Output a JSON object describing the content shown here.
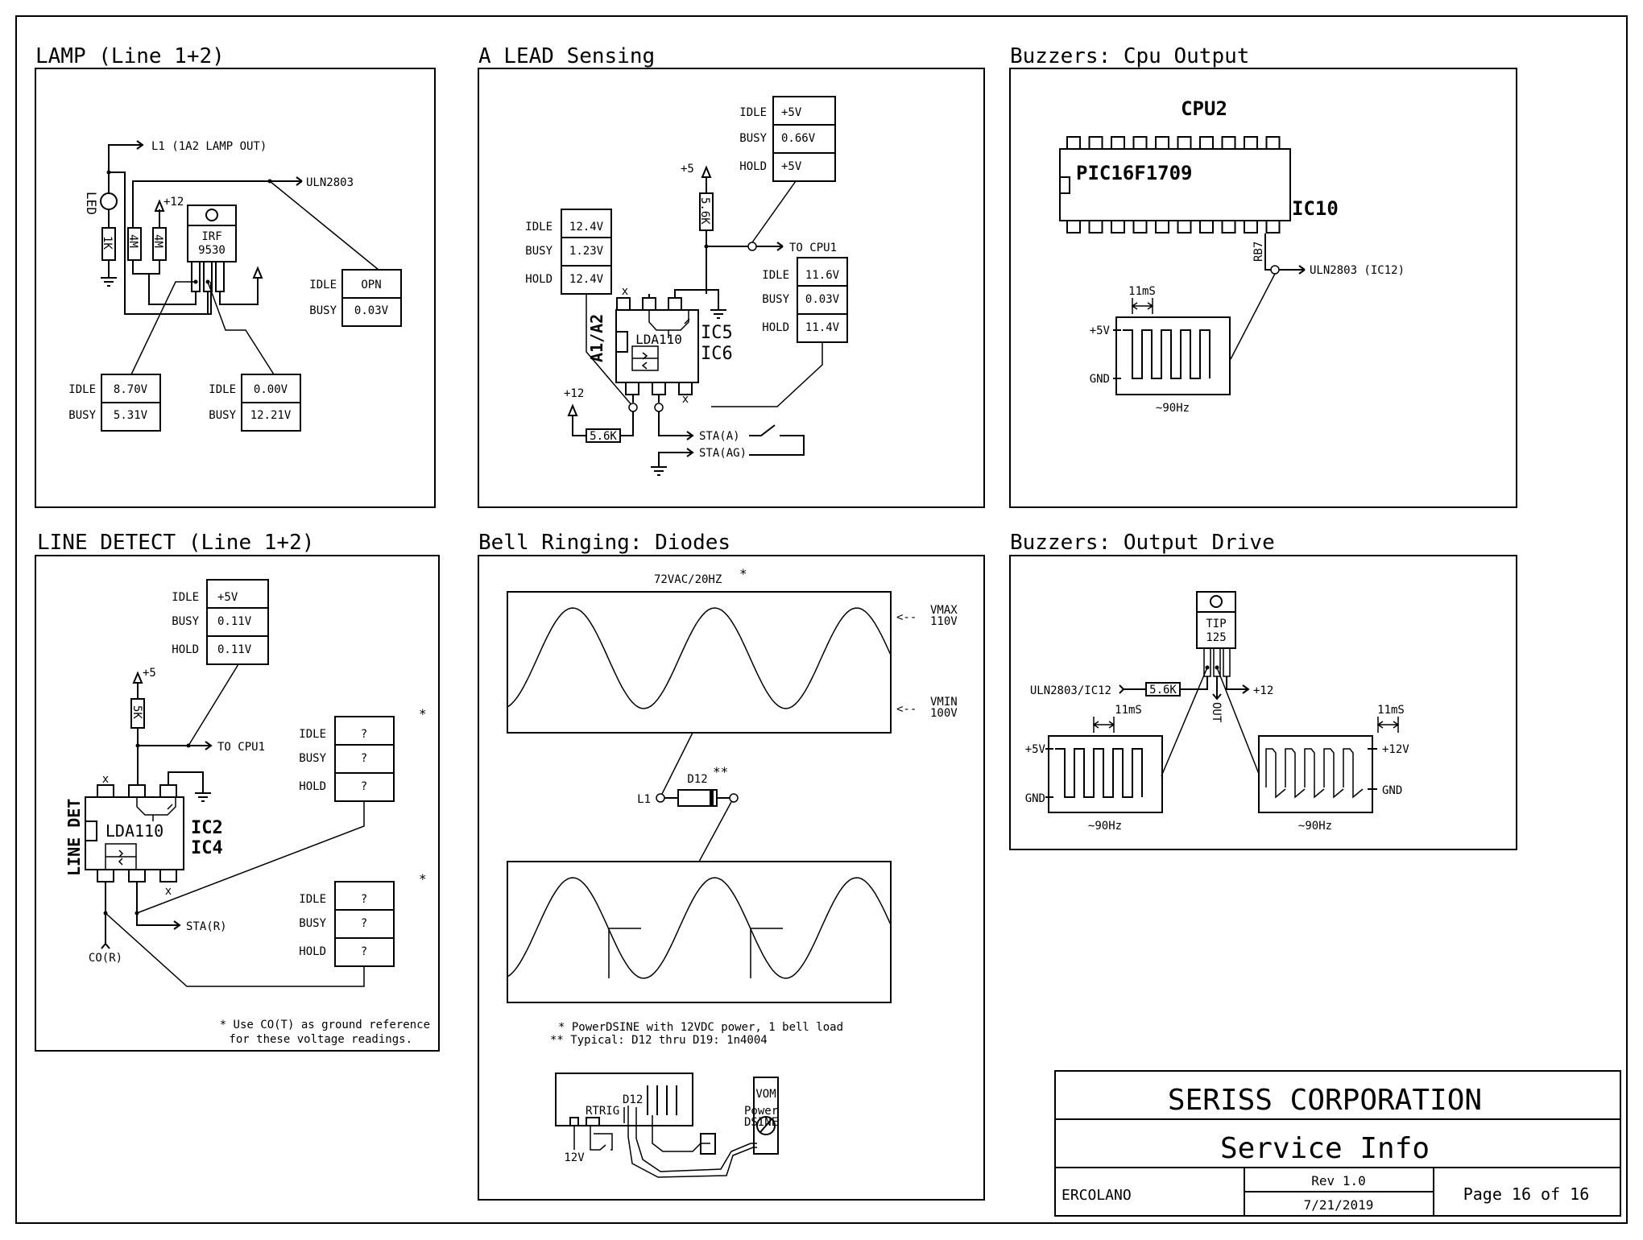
{
  "panels": {
    "lamp": {
      "title": "LAMP (Line 1+2)",
      "labels": {
        "out": "L1 (1A2 LAMP OUT)",
        "uln": "ULN2803",
        "led": "LED",
        "r1k": "1K",
        "r4m_a": "4M",
        "r4m_b": "4M",
        "plus12": "+12",
        "fet_l1": "IRF",
        "fet_l2": "9530"
      },
      "readings": [
        {
          "rows": [
            {
              "label": "IDLE",
              "value": "OPN"
            },
            {
              "label": "BUSY",
              "value": "0.03V"
            }
          ]
        },
        {
          "rows": [
            {
              "label": "IDLE",
              "value": "8.70V"
            },
            {
              "label": "BUSY",
              "value": "5.31V"
            }
          ]
        },
        {
          "rows": [
            {
              "label": "IDLE",
              "value": "0.00V"
            },
            {
              "label": "BUSY",
              "value": "12.21V"
            }
          ]
        }
      ]
    },
    "alead": {
      "title": "A LEAD Sensing",
      "labels": {
        "plus5": "+5",
        "r56k_top": "5.6K",
        "to_cpu": "TO CPU1",
        "chip": "LDA110",
        "ic_a": "IC5",
        "ic_b": "IC6",
        "side": "A1/A2",
        "x": "x",
        "plus12": "+12",
        "r56k_bot": "5.6K",
        "sta": "STA(A)",
        "stag": "STA(AG)"
      },
      "readings": [
        {
          "rows": [
            {
              "label": "IDLE",
              "value": "+5V"
            },
            {
              "label": "BUSY",
              "value": "0.66V"
            },
            {
              "label": "HOLD",
              "value": "+5V"
            }
          ]
        },
        {
          "rows": [
            {
              "label": "IDLE",
              "value": "12.4V"
            },
            {
              "label": "BUSY",
              "value": "1.23V"
            },
            {
              "label": "HOLD",
              "value": "12.4V"
            }
          ]
        },
        {
          "rows": [
            {
              "label": "IDLE",
              "value": "11.6V"
            },
            {
              "label": "BUSY",
              "value": "0.03V"
            },
            {
              "label": "HOLD",
              "value": "11.4V"
            }
          ]
        }
      ]
    },
    "cpu": {
      "title": "Buzzers: Cpu Output",
      "labels": {
        "cpu": "CPU2",
        "chip": "PIC16F1709",
        "ic": "IC10",
        "pin": "RB7",
        "uln": "ULN2803 (IC12)",
        "period": "11mS",
        "hi": "+5V",
        "lo": "GND",
        "freq": "~90Hz"
      }
    },
    "line": {
      "title": "LINE DETECT (Line 1+2)",
      "labels": {
        "plus5": "+5",
        "r5k": "5K",
        "to_cpu": "TO CPU1",
        "chip": "LDA110",
        "ic_a": "IC2",
        "ic_b": "IC4",
        "side": "LINE DET",
        "x": "x",
        "sta": "STA(R)",
        "co": "CO(R)",
        "star": "*",
        "note1": "* Use CO(T) as ground reference",
        "note2": "for these voltage readings."
      },
      "readings": [
        {
          "rows": [
            {
              "label": "IDLE",
              "value": "+5V"
            },
            {
              "label": "BUSY",
              "value": "0.11V"
            },
            {
              "label": "HOLD",
              "value": "0.11V"
            }
          ]
        },
        {
          "rows": [
            {
              "label": "IDLE",
              "value": "?"
            },
            {
              "label": "BUSY",
              "value": "?"
            },
            {
              "label": "HOLD",
              "value": "?"
            }
          ]
        },
        {
          "rows": [
            {
              "label": "IDLE",
              "value": "?"
            },
            {
              "label": "BUSY",
              "value": "?"
            },
            {
              "label": "HOLD",
              "value": "?"
            }
          ]
        }
      ]
    },
    "bell": {
      "title": "Bell Ringing: Diodes",
      "labels": {
        "wave_title": "72VAC/20HZ",
        "star": "*",
        "vmax_a": "VMAX",
        "vmax_b": "110V",
        "vmin_a": "VMIN",
        "vmin_b": "100V",
        "arrow": "<--",
        "l1": "L1",
        "diode": "D12",
        "dstar": "**",
        "note1": "* PowerDSINE with 12VDC power, 1 bell load",
        "note2": "** Typical: D12 thru D19: 1n4004",
        "rtrig": "RTRIG",
        "d12": "D12",
        "v12": "12V",
        "power1": "Power",
        "power2": "DSINE",
        "vom": "VOM"
      }
    },
    "drive": {
      "title": "Buzzers: Output Drive",
      "labels": {
        "tip1": "TIP",
        "tip2": "125",
        "uln": "ULN2803/IC12",
        "r": "5.6K",
        "plus12": "+12",
        "out": "OUT",
        "period_l": "11mS",
        "period_r": "11mS",
        "hi_l": "+5V",
        "lo_l": "GND",
        "hi_r": "+12V",
        "lo_r": "GND",
        "freq_l": "~90Hz",
        "freq_r": "~90Hz"
      }
    }
  },
  "title_block": {
    "company": "SERISS CORPORATION",
    "doc_title": "Service Info",
    "project": "ERCOLANO",
    "revision": "Rev 1.0",
    "date": "7/21/2019",
    "page": "Page 16 of 16"
  }
}
